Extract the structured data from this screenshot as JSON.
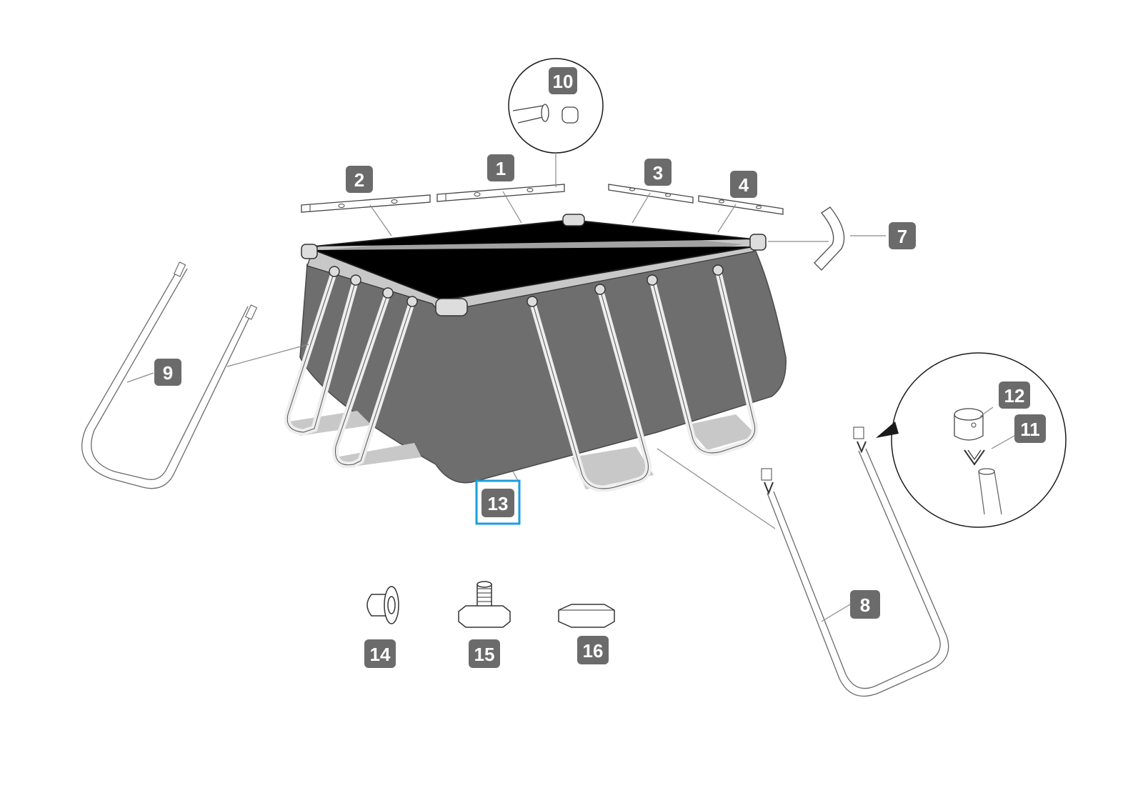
{
  "callouts": {
    "p1": "1",
    "p2": "2",
    "p3": "3",
    "p4": "4",
    "p7": "7",
    "p8": "8",
    "p9": "9",
    "p10": "10",
    "p11": "11",
    "p12": "12",
    "p13": "13",
    "p14": "14",
    "p15": "15",
    "p16": "16"
  },
  "colors": {
    "badge": "#6b6b6b",
    "highlight": "#1a9ee0",
    "pool_wall": "#6e6e6e",
    "pool_water": "#a2a2a2"
  },
  "highlighted_part": "13"
}
